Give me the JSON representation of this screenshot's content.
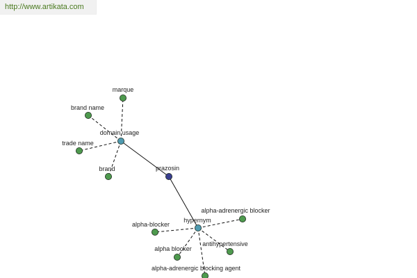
{
  "header": {
    "url": "http://www.artikata.com"
  },
  "colors": {
    "leaf": "#4e9a4e",
    "hub": "#4f9ab0",
    "center": "#3a3f8f",
    "edge": "#111111",
    "link": "#4a7a1f"
  },
  "graph": {
    "center": {
      "id": "prazosin",
      "label": "prazosin"
    },
    "hubs": [
      {
        "id": "domain_usage",
        "label": "domain usage"
      },
      {
        "id": "hypernym",
        "label": "hypernym"
      }
    ],
    "leaves": [
      {
        "id": "marque",
        "label": "marque",
        "hub": "domain_usage"
      },
      {
        "id": "brand_name",
        "label": "brand name",
        "hub": "domain_usage"
      },
      {
        "id": "trade_name",
        "label": "trade name",
        "hub": "domain_usage"
      },
      {
        "id": "brand",
        "label": "brand",
        "hub": "domain_usage"
      },
      {
        "id": "alpha_adrenergic_blocker",
        "label": "alpha-adrenergic blocker",
        "hub": "hypernym"
      },
      {
        "id": "alpha_blocker_hyphen",
        "label": "alpha-blocker",
        "hub": "hypernym"
      },
      {
        "id": "alpha_blocker",
        "label": "alpha blocker",
        "hub": "hypernym"
      },
      {
        "id": "antihypertensive",
        "label": "antihypertensive",
        "hub": "hypernym"
      },
      {
        "id": "alpha_adrenergic_blocking_agent",
        "label": "alpha-adrenergic blocking agent",
        "hub": "hypernym"
      }
    ]
  }
}
